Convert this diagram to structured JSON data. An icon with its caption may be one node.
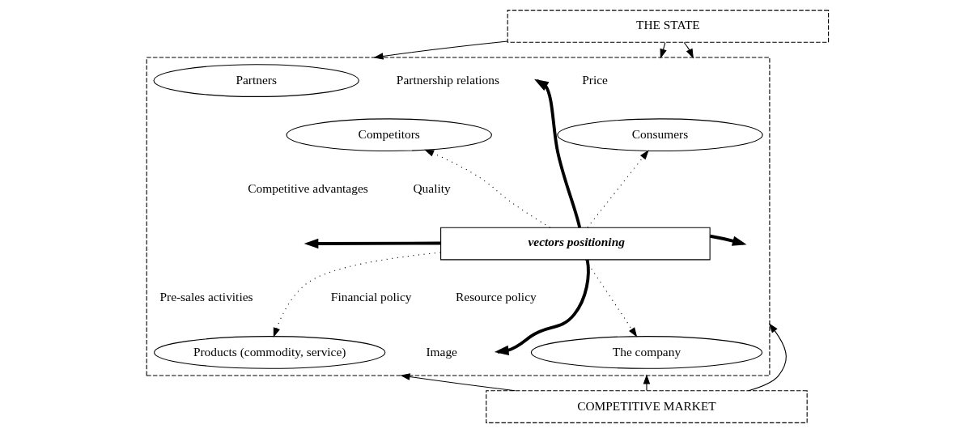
{
  "diagram": {
    "nodes": [
      {
        "text": [
          "THE STATE"
        ]
      },
      {
        "text": [],
        "shape": "box"
      },
      {
        "text": [
          "Partners"
        ],
        "in": 1
      },
      {
        "text": [
          "Competitors"
        ],
        "in": 1
      },
      {
        "text": [
          "Consumers"
        ],
        "in": 1
      },
      {
        "text": [
          "vectors positioning"
        ],
        "in": 1
      },
      {
        "text": [
          "Products (commodity, service)"
        ],
        "in": 1
      },
      {
        "text": [
          "The company"
        ],
        "in": 1
      },
      {
        "text": [
          "COMPETITIVE MARKET"
        ]
      }
    ],
    "edges": [
      {
        "from": 0,
        "to": 1,
        "arrow": "to"
      },
      {
        "from": 0,
        "to": 1,
        "arrow": "to"
      },
      {
        "from": 0,
        "to": 1,
        "arrow": "to"
      },
      {
        "from": 8,
        "to": 1,
        "arrow": "to"
      },
      {
        "from": 8,
        "to": 1,
        "arrow": "to"
      },
      {
        "from": 8,
        "to": 1,
        "arrow": "to"
      },
      {
        "from": 5,
        "to": 3,
        "arrow": "to",
        "style": "dashed"
      },
      {
        "from": 5,
        "to": 4,
        "arrow": "to",
        "style": "dashed"
      },
      {
        "from": 5,
        "to": 6,
        "arrow": "to",
        "style": "dashed"
      },
      {
        "from": 5,
        "to": 7,
        "arrow": "to",
        "style": "dashed"
      },
      {
        "from": 5,
        "to": null,
        "arrow": "to",
        "style": "thick"
      },
      {
        "from": 5,
        "to": null,
        "arrow": "to",
        "style": "thick"
      },
      {
        "from": 5,
        "to": null,
        "arrow": "to",
        "style": "thick"
      },
      {
        "from": 5,
        "to": null,
        "arrow": "to",
        "style": "thick"
      }
    ],
    "labels": [
      "Partnership relations",
      "Price",
      "Competitive advantages",
      "Quality",
      "Pre-sales activities",
      "Financial policy",
      "Resource policy",
      "Image"
    ]
  }
}
